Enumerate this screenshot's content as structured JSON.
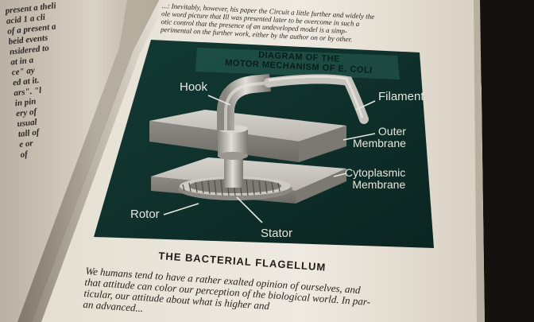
{
  "book_page": {
    "left_page_fragments": [
      "present a theli",
      "acid 1 a cli",
      "of a present a",
      "beid events",
      "nsidered to",
      "at in a",
      "ce\" ay",
      "ed at it.",
      "ars\". \"l",
      "in pin",
      "ery of",
      "usual",
      "tall of",
      "e or",
      "of"
    ],
    "top_text_lines": [
      "...: Inevitably, however, his paper the Circuit a little further and widely the",
      "ole word picture that Ill was presented later to be overcome in such a",
      "otic control that the presence of an undeveloped model is a simp-",
      "perimental on the further work, either by the author on or by other."
    ],
    "diagram": {
      "title_lines": [
        "DIAGRAM OF THE",
        "MOTOR MECHANISM OF E. COLI"
      ],
      "labels": {
        "hook": "Hook",
        "filament": "Filament",
        "outer_membrane": "Outer\nMembrane",
        "cytoplasmic_membrane": "Cytoplasmic\nMembrane",
        "rotor": "Rotor",
        "stator": "Stator"
      }
    },
    "caption": "THE BACTERIAL FLAGELLUM",
    "body_lines": [
      "We humans tend to have a rather exalted opinion of ourselves, and",
      "that attitude can color our perception of the biological world. In par-",
      "ticular, our attitude about what is higher and",
      "an advanced..."
    ]
  }
}
